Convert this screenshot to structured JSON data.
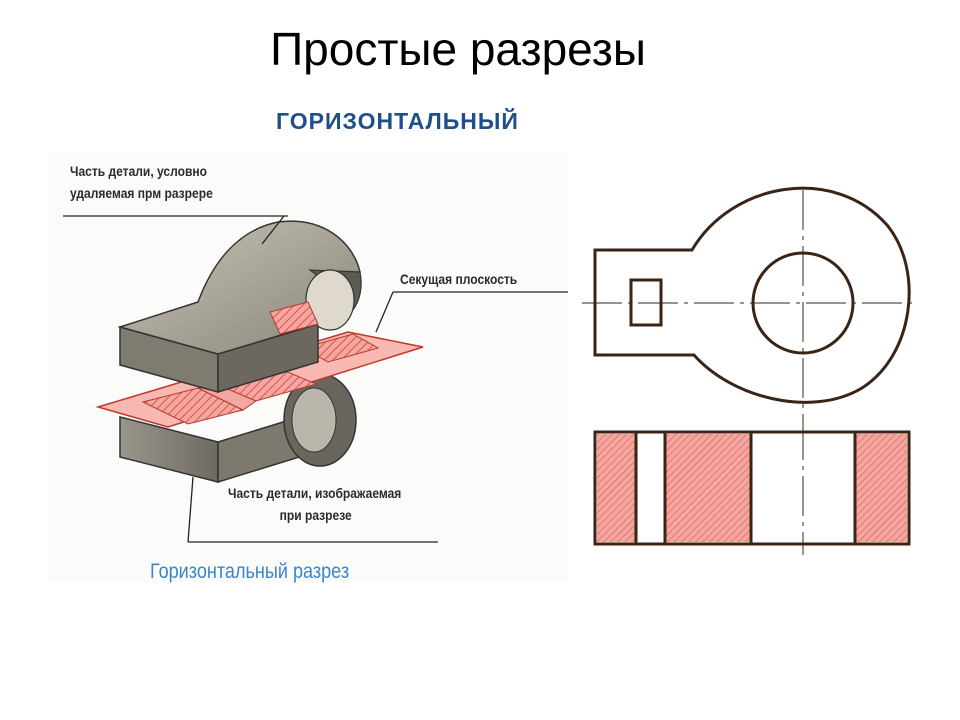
{
  "slide": {
    "title": "Простые разрезы",
    "subtitle_line1": "ГОРИЗОНТАЛЬНЫЙ",
    "subtitle_line2": "РАЗРЕЗ"
  },
  "iso_figure": {
    "callout_removed_line1": "Часть детали, условно",
    "callout_removed_line2": "удаляемая прм разрере",
    "callout_plane": "Секущая плоскость",
    "callout_shown_line1": "Часть детали, изображаемая",
    "callout_shown_line2": "при разрезе",
    "caption": "Горизонтальный разрез"
  },
  "colors": {
    "title": "#000000",
    "subtitle": "#1f4e8c",
    "caption": "#3b86c8",
    "section_fill": "#f4a7a0",
    "hatch": "#d9534a",
    "drawing_line": "#3a2416",
    "body_grey": "#8f8a80"
  }
}
